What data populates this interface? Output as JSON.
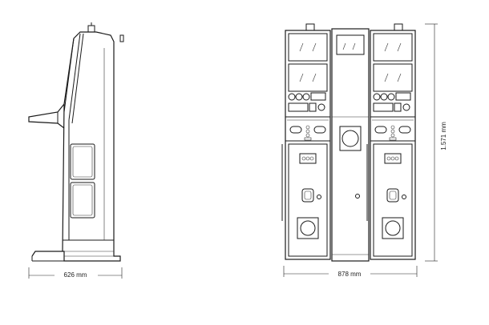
{
  "dimensions": {
    "side_width": "626 mm",
    "front_width": "878 mm",
    "height": "1.571 mm"
  }
}
